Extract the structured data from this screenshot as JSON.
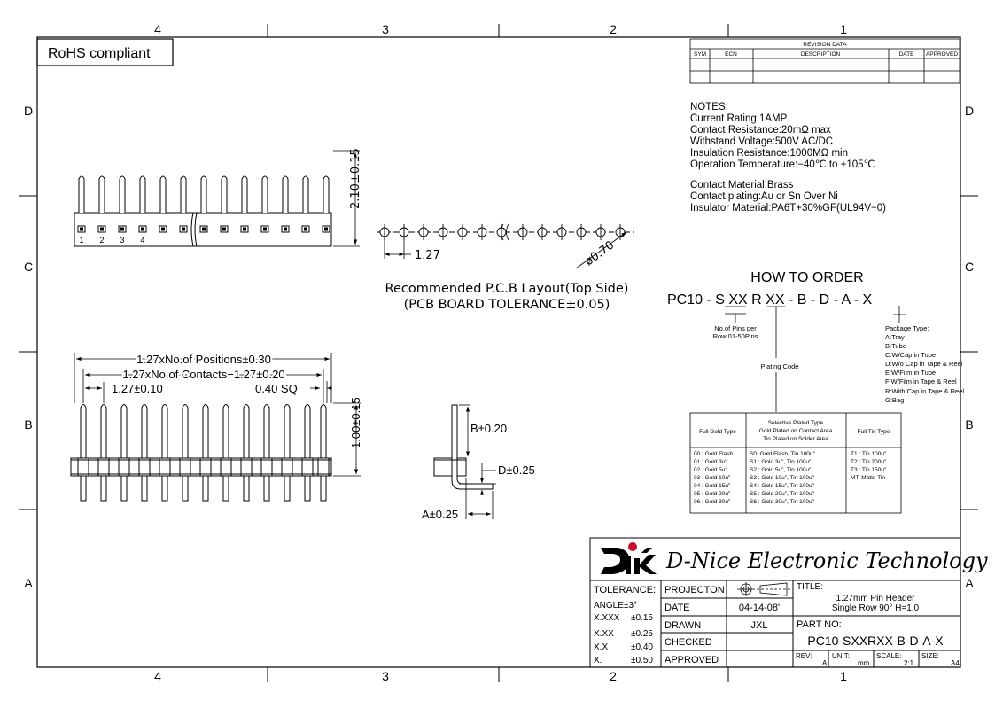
{
  "zones": {
    "top": [
      "4",
      "3",
      "2",
      "1"
    ],
    "bottom": [
      "4",
      "3",
      "2",
      "1"
    ],
    "left": [
      "D",
      "C",
      "B",
      "A"
    ],
    "right": [
      "D",
      "C",
      "B",
      "A"
    ]
  },
  "rohs": "RoHS compliant",
  "revision": {
    "title": "REVISION DATA",
    "headers": [
      "SYM",
      "ECN",
      "DESCRIPTION",
      "DATE",
      "APPROVED"
    ]
  },
  "notes": [
    "NOTES:",
    "Current  Rating:1AMP",
    "Contact  Resistance:20mΩ  max",
    "Withstand  Voltage:500V  AC/DC",
    "Insulation  Resistance:1000MΩ  min",
    "Operation  Temperature:−40℃  to  +105℃",
    "Contact  Material:Brass",
    "Contact  plating:Au  or  Sn  Over  Ni",
    "Insulator  Material:PA6T+30%GF(UL94V−0)"
  ],
  "front_view": {
    "pin_numbers": [
      "1",
      "2",
      "3",
      "4"
    ],
    "height_dim": "2.10±0.15"
  },
  "pcb_layout": {
    "pitch": "1.27",
    "hole": "ø0.70",
    "caption_1": "Recommended  P.C.B  Layout(Top  Side)",
    "caption_2": "(PCB  BOARD  TOLERANCE±0.05)"
  },
  "side_dims": {
    "positions": "1.27xNo.of  Positions±0.30",
    "contacts": "1.27xNo.of  Contacts−1.27±0.20",
    "pitch": "1.27±0.10",
    "sq": "0.40  SQ",
    "height": "1.00±0.15"
  },
  "angle_view": {
    "b": "B±0.20",
    "d": "D±0.25",
    "a": "A±0.25"
  },
  "order": {
    "title": "HOW TO ORDER",
    "code": "PC10 - S XX R XX - B - D - A - X",
    "pins_label_1": "No.of Pins per",
    "pins_label_2": "Row:01-50Pins",
    "plating_label": "Plating Code",
    "package_title": "Package Type:",
    "package_types": [
      "A:Tray",
      "B:Tube",
      "C:W/Cap in Tube",
      "D:W/o Cap in Tape & Reel",
      "E:W/Film in Tube",
      "F:W/Film in Tape & Reel",
      "R:With Cap in Tape & Reel",
      "G:Bag"
    ]
  },
  "plating_table": {
    "col1_header": "Full Gold Type",
    "col2_header": [
      "Selective Plated Type",
      "Gold Plated on Contact Area",
      "Tin Plated on Solder Area"
    ],
    "col3_header": "Full Tin Type",
    "col1": [
      "00 : Gold Flash",
      "01 : Gold 3u\"",
      "02 : Gold 5u\"",
      "03 : Gold 10u\"",
      "04 : Gold 15u\"",
      "05 : Gold 20u\"",
      "06 : Gold 30u\""
    ],
    "col2": [
      "S0: Gold Flash, Tin 100u\"",
      "S1 : Gold 3u\",   Tin 100u\"",
      "S2 : Gold 5u\",   Tin 100u\"",
      "S3 : Gold 10u\",  Tin 100u\"",
      "S4 : Gold 15u\",  Tin 100u\"",
      "S5 : Gold 20u\",  Tin 100u\"",
      "S6 : Gold 30u\",  Tin 100u\""
    ],
    "col3": [
      "T1 : Tin 100u\"",
      "T2 : Tin 200u\"",
      "T3 : Tin 150u\"",
      "MT: Matte Tin"
    ]
  },
  "title_block": {
    "company": "D-Nice Electronic Technology",
    "tolerance_label": "TOLERANCE:",
    "tolerances": [
      [
        "ANGLE",
        "±3°"
      ],
      [
        "X.XXX",
        "±0.15"
      ],
      [
        "X.XX",
        "±0.25"
      ],
      [
        "X.X",
        "±0.40"
      ],
      [
        "X.",
        "±0.50"
      ]
    ],
    "projection_label": "PROJECTON",
    "date_label": "DATE",
    "date_value": "04-14-08'",
    "drawn_label": "DRAWN",
    "drawn_value": "JXL",
    "checked_label": "CHECKED",
    "approved_label": "APPROVED",
    "title_label": "TITLE:",
    "title_line1": "1.27mm Pin Header",
    "title_line2": "Single Row  90°  H=1.0",
    "part_label": "PART  NO:",
    "part_value": "PC10-SXXRXX-B-D-A-X",
    "rev_label": "REV:",
    "rev_value": "A",
    "unit_label": "UNIT:",
    "unit_value": "mm",
    "scale_label": "SCALE:",
    "scale_value": "2:1",
    "size_label": "SIZE:",
    "size_value": "A4"
  }
}
